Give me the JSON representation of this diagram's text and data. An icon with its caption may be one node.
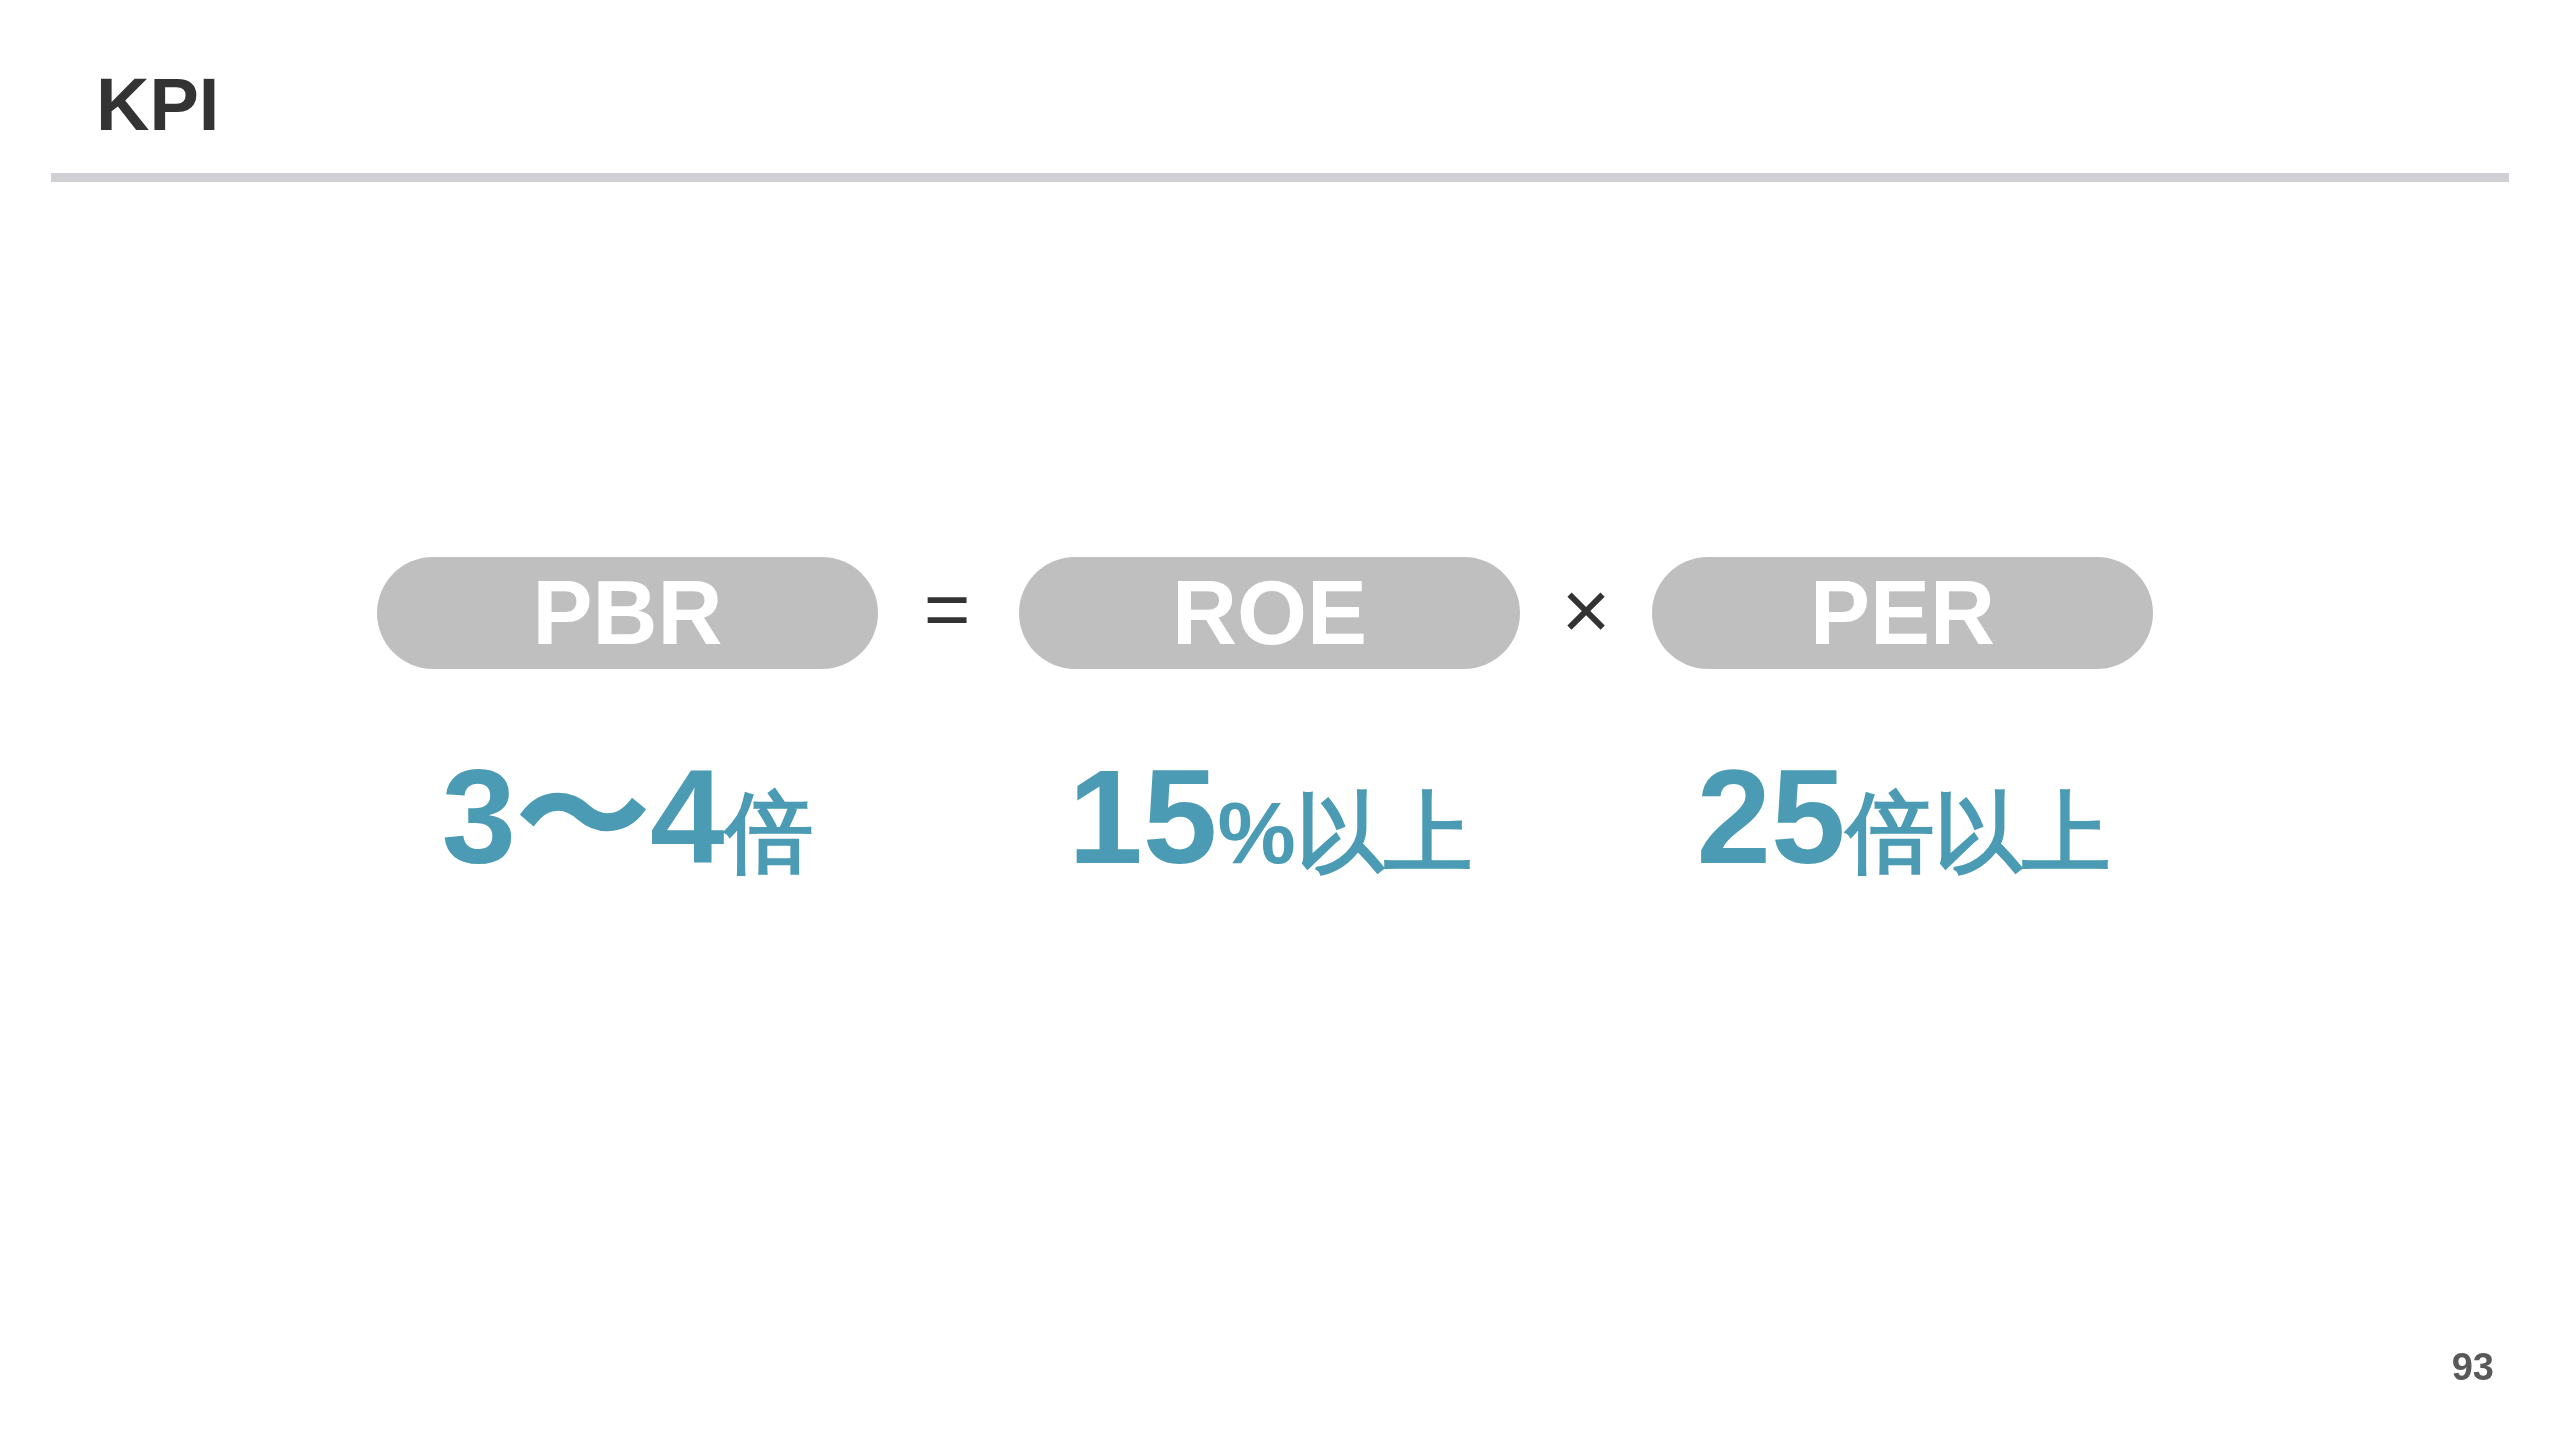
{
  "diagram": {
    "title": "KPI",
    "nodes": [
      {
        "text": [
          "PBR"
        ],
        "beside": [
          "3〜4倍"
        ]
      },
      {
        "text": [
          "ROE"
        ],
        "beside": [
          "15%以上"
        ]
      },
      {
        "text": [
          "PER"
        ],
        "beside": [
          "25倍以上"
        ]
      }
    ],
    "labels": [
      "=",
      "×",
      "93"
    ]
  }
}
